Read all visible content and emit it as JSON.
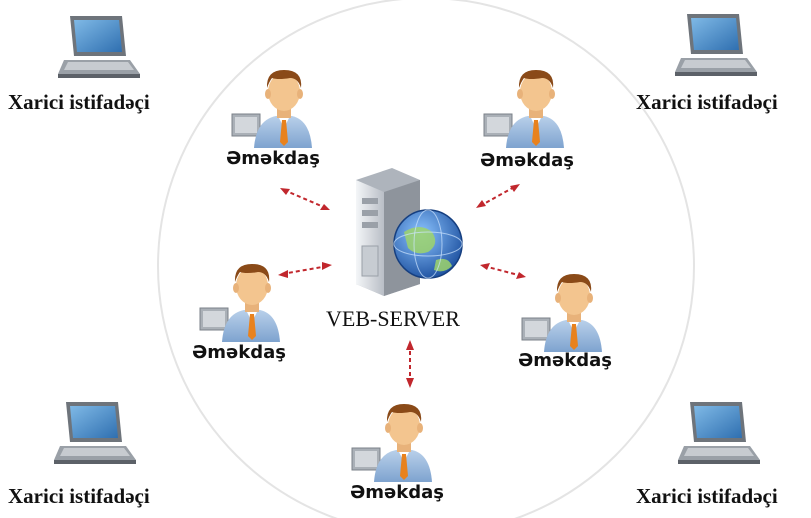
{
  "diagram": {
    "server_label": "VEB-SERVER",
    "external_users": [
      {
        "label": "Xarici istifadəçi"
      },
      {
        "label": "Xarici istifadəçi"
      },
      {
        "label": "Xarici istifadəçi"
      },
      {
        "label": "Xarici istifadəçi"
      }
    ],
    "employees": [
      {
        "label": "Əməkdaş"
      },
      {
        "label": "Əməkdaş"
      },
      {
        "label": "Əməkdaş"
      },
      {
        "label": "Əməkdaş"
      },
      {
        "label": "Əməkdaş"
      }
    ]
  },
  "colors": {
    "circle_border": "#e4e4e4",
    "arrow": "#c1272d",
    "laptop_screen": "#4a8fc9",
    "laptop_body": "#8a8f96",
    "shirt": "#8fb1d6",
    "tie": "#e8821e",
    "hair": "#8a4a18",
    "skin": "#f3c58f",
    "server_body": "#d9dde2",
    "globe": "#2f6fc3"
  }
}
